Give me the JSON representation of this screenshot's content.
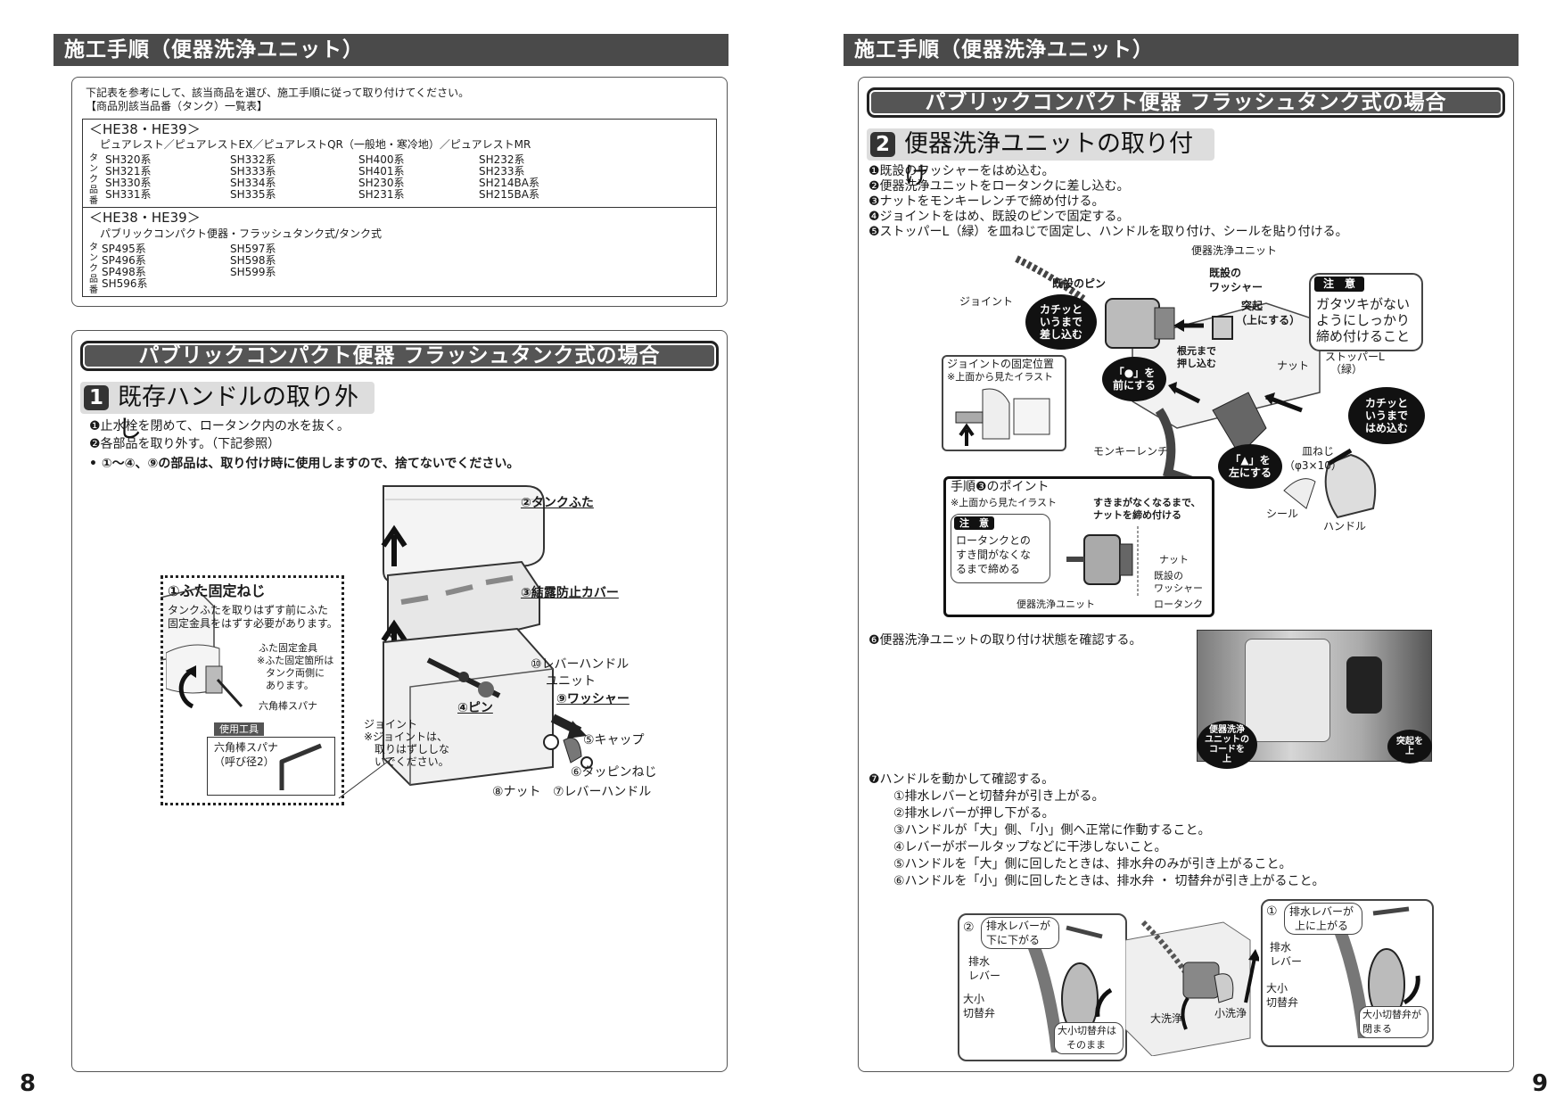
{
  "left": {
    "section_title": "施工手順（便器洗浄ユニット）",
    "intro": "下記表を参考にして、該当商品を選び、施工手順に従って取り付けてください。",
    "table_title": "【商品別該当品番（タンク）一覧表】",
    "group1": {
      "header": "＜HE38・HE39＞",
      "series": "ピュアレスト／ピュアレストEX／ピュアレストQR（一般地・寒冷地）／ピュアレストMR",
      "vertical_label": "タンク品番",
      "col1": [
        "SH320系",
        "SH321系",
        "SH330系",
        "SH331系"
      ],
      "col2": [
        "SH332系",
        "SH333系",
        "SH334系",
        "SH335系"
      ],
      "col3": [
        "SH400系",
        "SH401系",
        "SH230系",
        "SH231系"
      ],
      "col4": [
        "SH232系",
        "SH233系",
        "SH214BA系",
        "SH215BA系"
      ]
    },
    "group2": {
      "header": "＜HE38・HE39＞",
      "series": "パブリックコンパクト便器・フラッシュタンク式/タンク式",
      "vertical_label": "タンク品番",
      "col1": [
        "SP495系",
        "SP496系",
        "SP498系",
        "SH596系"
      ],
      "col2": [
        "SH597系",
        "SH598系",
        "SH599系"
      ]
    },
    "banner": "パブリックコンパクト便器 フラッシュタンク式の場合",
    "step_num": "1",
    "step_title": "既存ハンドルの取り外し",
    "instructions": [
      "❶止水栓を閉めて、ロータンク内の水を抜く。",
      "❷各部品を取り外す。（下記参照）"
    ],
    "note": "• ①～④、⑨の部品は、取り付け時に使用しますので、捨てないでください。",
    "dashed_box": {
      "title": "①ふた固定ねじ",
      "desc1": "タンクふたを取りはずす前にふた",
      "desc2": "固定金具をはずす必要があります。",
      "lbl_fitting": "ふた固定金具",
      "lbl_note1": "※ふた固定箇所は",
      "lbl_note2": "タンク両側に",
      "lbl_note3": "あります。",
      "lbl_wrench": "六角棒スパナ",
      "tool_label": "使用工具",
      "tool_name": "六角棒スパナ",
      "tool_size": "（呼び径2）"
    },
    "parts": {
      "p2": "②タンクふた",
      "p3": "③結露防止カバー",
      "p10a": "⑩レバーハンドル",
      "p10b": "ユニット",
      "p9": "⑨ワッシャー",
      "p4": "④ピン",
      "p5": "⑤キャップ",
      "p6": "⑥タッピンねじ",
      "p8": "⑧ナット",
      "p7": "⑦レバーハンドル",
      "joint": "ジョイント",
      "joint_n1": "※ジョイントは、",
      "joint_n2": "取りはずししな",
      "joint_n3": "いでください。"
    },
    "page": "8"
  },
  "right": {
    "section_title": "施工手順（便器洗浄ユニット）",
    "banner": "パブリックコンパクト便器 フラッシュタンク式の場合",
    "step_num": "2",
    "step_title": "便器洗浄ユニットの取り付け",
    "instructions": [
      "❶既設のワッシャーをはめ込む。",
      "❷便器洗浄ユニットをロータンクに差し込む。",
      "❸ナットをモンキーレンチで締め付ける。",
      "❹ジョイントをはめ、既設のピンで固定する。",
      "❺ストッパーL（緑）を皿ねじで固定し、ハンドルを取り付け、シールを貼り付ける。"
    ],
    "diagram": {
      "unit": "便器洗浄ユニット",
      "pin": "既設のピン",
      "washer1": "既設の",
      "washer2": "ワッシャー",
      "joint": "ジョイント",
      "click1": "カチッと\nいうまで\n差し込む",
      "proj1": "突起",
      "proj2": "（上にする）",
      "push1": "根元まで",
      "push2": "押し込む",
      "front1": "「●」を",
      "front2": "前にする",
      "caution_label": "注　意",
      "caution_text1": "ガタツキがない",
      "caution_text2": "ようにしっかり",
      "caution_text3": "締め付けること",
      "nut": "ナット",
      "stopper1": "ストッパーL",
      "stopper2": "（緑）",
      "click2": "カチッと\nいうまで\nはめ込む",
      "fix_title": "ジョイントの固定位置",
      "fix_note": "※上面から見たイラスト",
      "wrench": "モンキーレンチ",
      "left1": "「▲」を",
      "left2": "左にする",
      "screw1": "皿ねじ",
      "screw2": "（φ3×10）",
      "seal": "シール",
      "handle": "ハンドル"
    },
    "point": {
      "title": "手順❸のポイント",
      "note": "※上面から見たイラスト",
      "tight1": "すきまがなくなるまで、",
      "tight2": "ナットを締め付ける",
      "caution": "注　意",
      "ctext1": "ロータンクとの",
      "ctext2": "すき間がなくな",
      "ctext3": "るまで締める",
      "nut": "ナット",
      "washer1": "既設の",
      "washer2": "ワッシャー",
      "unit": "便器洗浄ユニット",
      "tank": "ロータンク"
    },
    "step6": "❻便器洗浄ユニットの取り付け状態を確認する。",
    "photo_tag1": "便器洗浄\nユニットの\nコードを\n上",
    "photo_tag2": "突起を\n上",
    "step7": "❼ハンドルを動かして確認する。",
    "checks": [
      "①排水レバーと切替弁が引き上がる。",
      "②排水レバーが押し下がる。",
      "③ハンドルが「大」側、「小」側へ正常に作動すること。",
      "④レバーがボールタップなどに干渉しないこと。",
      "⑤ハンドルを「大」側に回したときは、排水弁のみが引き上がること。",
      "⑥ハンドルを「小」側に回したときは、排水弁 ・ 切替弁が引き上がること。"
    ],
    "bottom": {
      "b2_num": "②",
      "b2_bubble1": "排水レバーが",
      "b2_bubble2": "下に下がる",
      "b2_lever1": "排水",
      "b2_lever2": "レバー",
      "b2_valve1": "大小",
      "b2_valve2": "切替弁",
      "b2_stay1": "大小切替弁は",
      "b2_stay2": "そのまま",
      "big": "大洗浄",
      "small": "小洗浄",
      "b1_num": "①",
      "b1_bubble1": "排水レバーが",
      "b1_bubble2": "上に上がる",
      "b1_lever1": "排水",
      "b1_lever2": "レバー",
      "b1_valve1": "大小",
      "b1_valve2": "切替弁",
      "b1_close1": "大小切替弁が",
      "b1_close2": "閉まる"
    },
    "page": "9"
  }
}
